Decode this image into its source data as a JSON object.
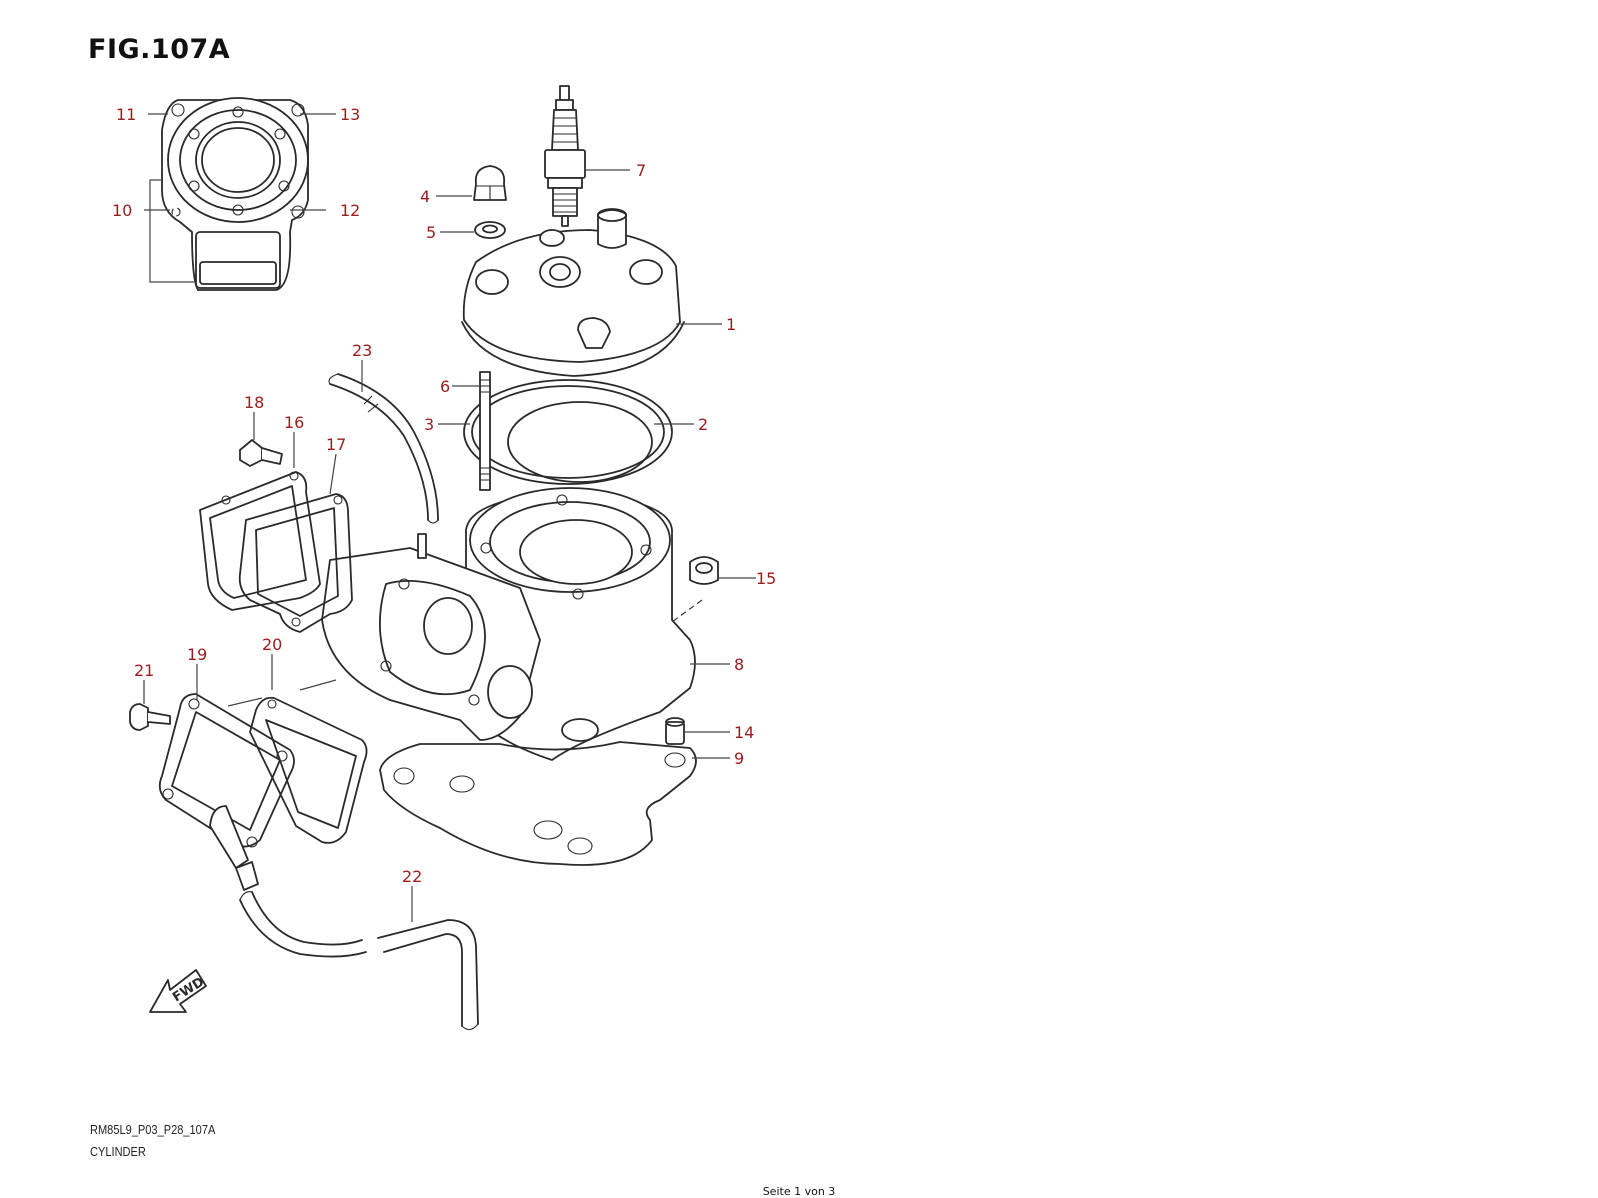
{
  "figure": {
    "title": "FIG.107A",
    "code": "RM85L9_P03_P28_107A",
    "name": "CYLINDER",
    "fwd_label": "FWD"
  },
  "callouts": [
    {
      "id": "1",
      "label": "1"
    },
    {
      "id": "2",
      "label": "2"
    },
    {
      "id": "3",
      "label": "3"
    },
    {
      "id": "4",
      "label": "4"
    },
    {
      "id": "5",
      "label": "5"
    },
    {
      "id": "6",
      "label": "6"
    },
    {
      "id": "7",
      "label": "7"
    },
    {
      "id": "8",
      "label": "8"
    },
    {
      "id": "9",
      "label": "9"
    },
    {
      "id": "10",
      "label": "10"
    },
    {
      "id": "11",
      "label": "11"
    },
    {
      "id": "12",
      "label": "12"
    },
    {
      "id": "13",
      "label": "13"
    },
    {
      "id": "14",
      "label": "14"
    },
    {
      "id": "15",
      "label": "15"
    },
    {
      "id": "16",
      "label": "16"
    },
    {
      "id": "17",
      "label": "17"
    },
    {
      "id": "18",
      "label": "18"
    },
    {
      "id": "19",
      "label": "19"
    },
    {
      "id": "20",
      "label": "20"
    },
    {
      "id": "21",
      "label": "21"
    },
    {
      "id": "22",
      "label": "22"
    },
    {
      "id": "23",
      "label": "23"
    }
  ],
  "footer": {
    "page_text": "Seite 1 von 3"
  },
  "colors": {
    "callout": "#9a1c1c",
    "line": "#2a2a2a"
  }
}
